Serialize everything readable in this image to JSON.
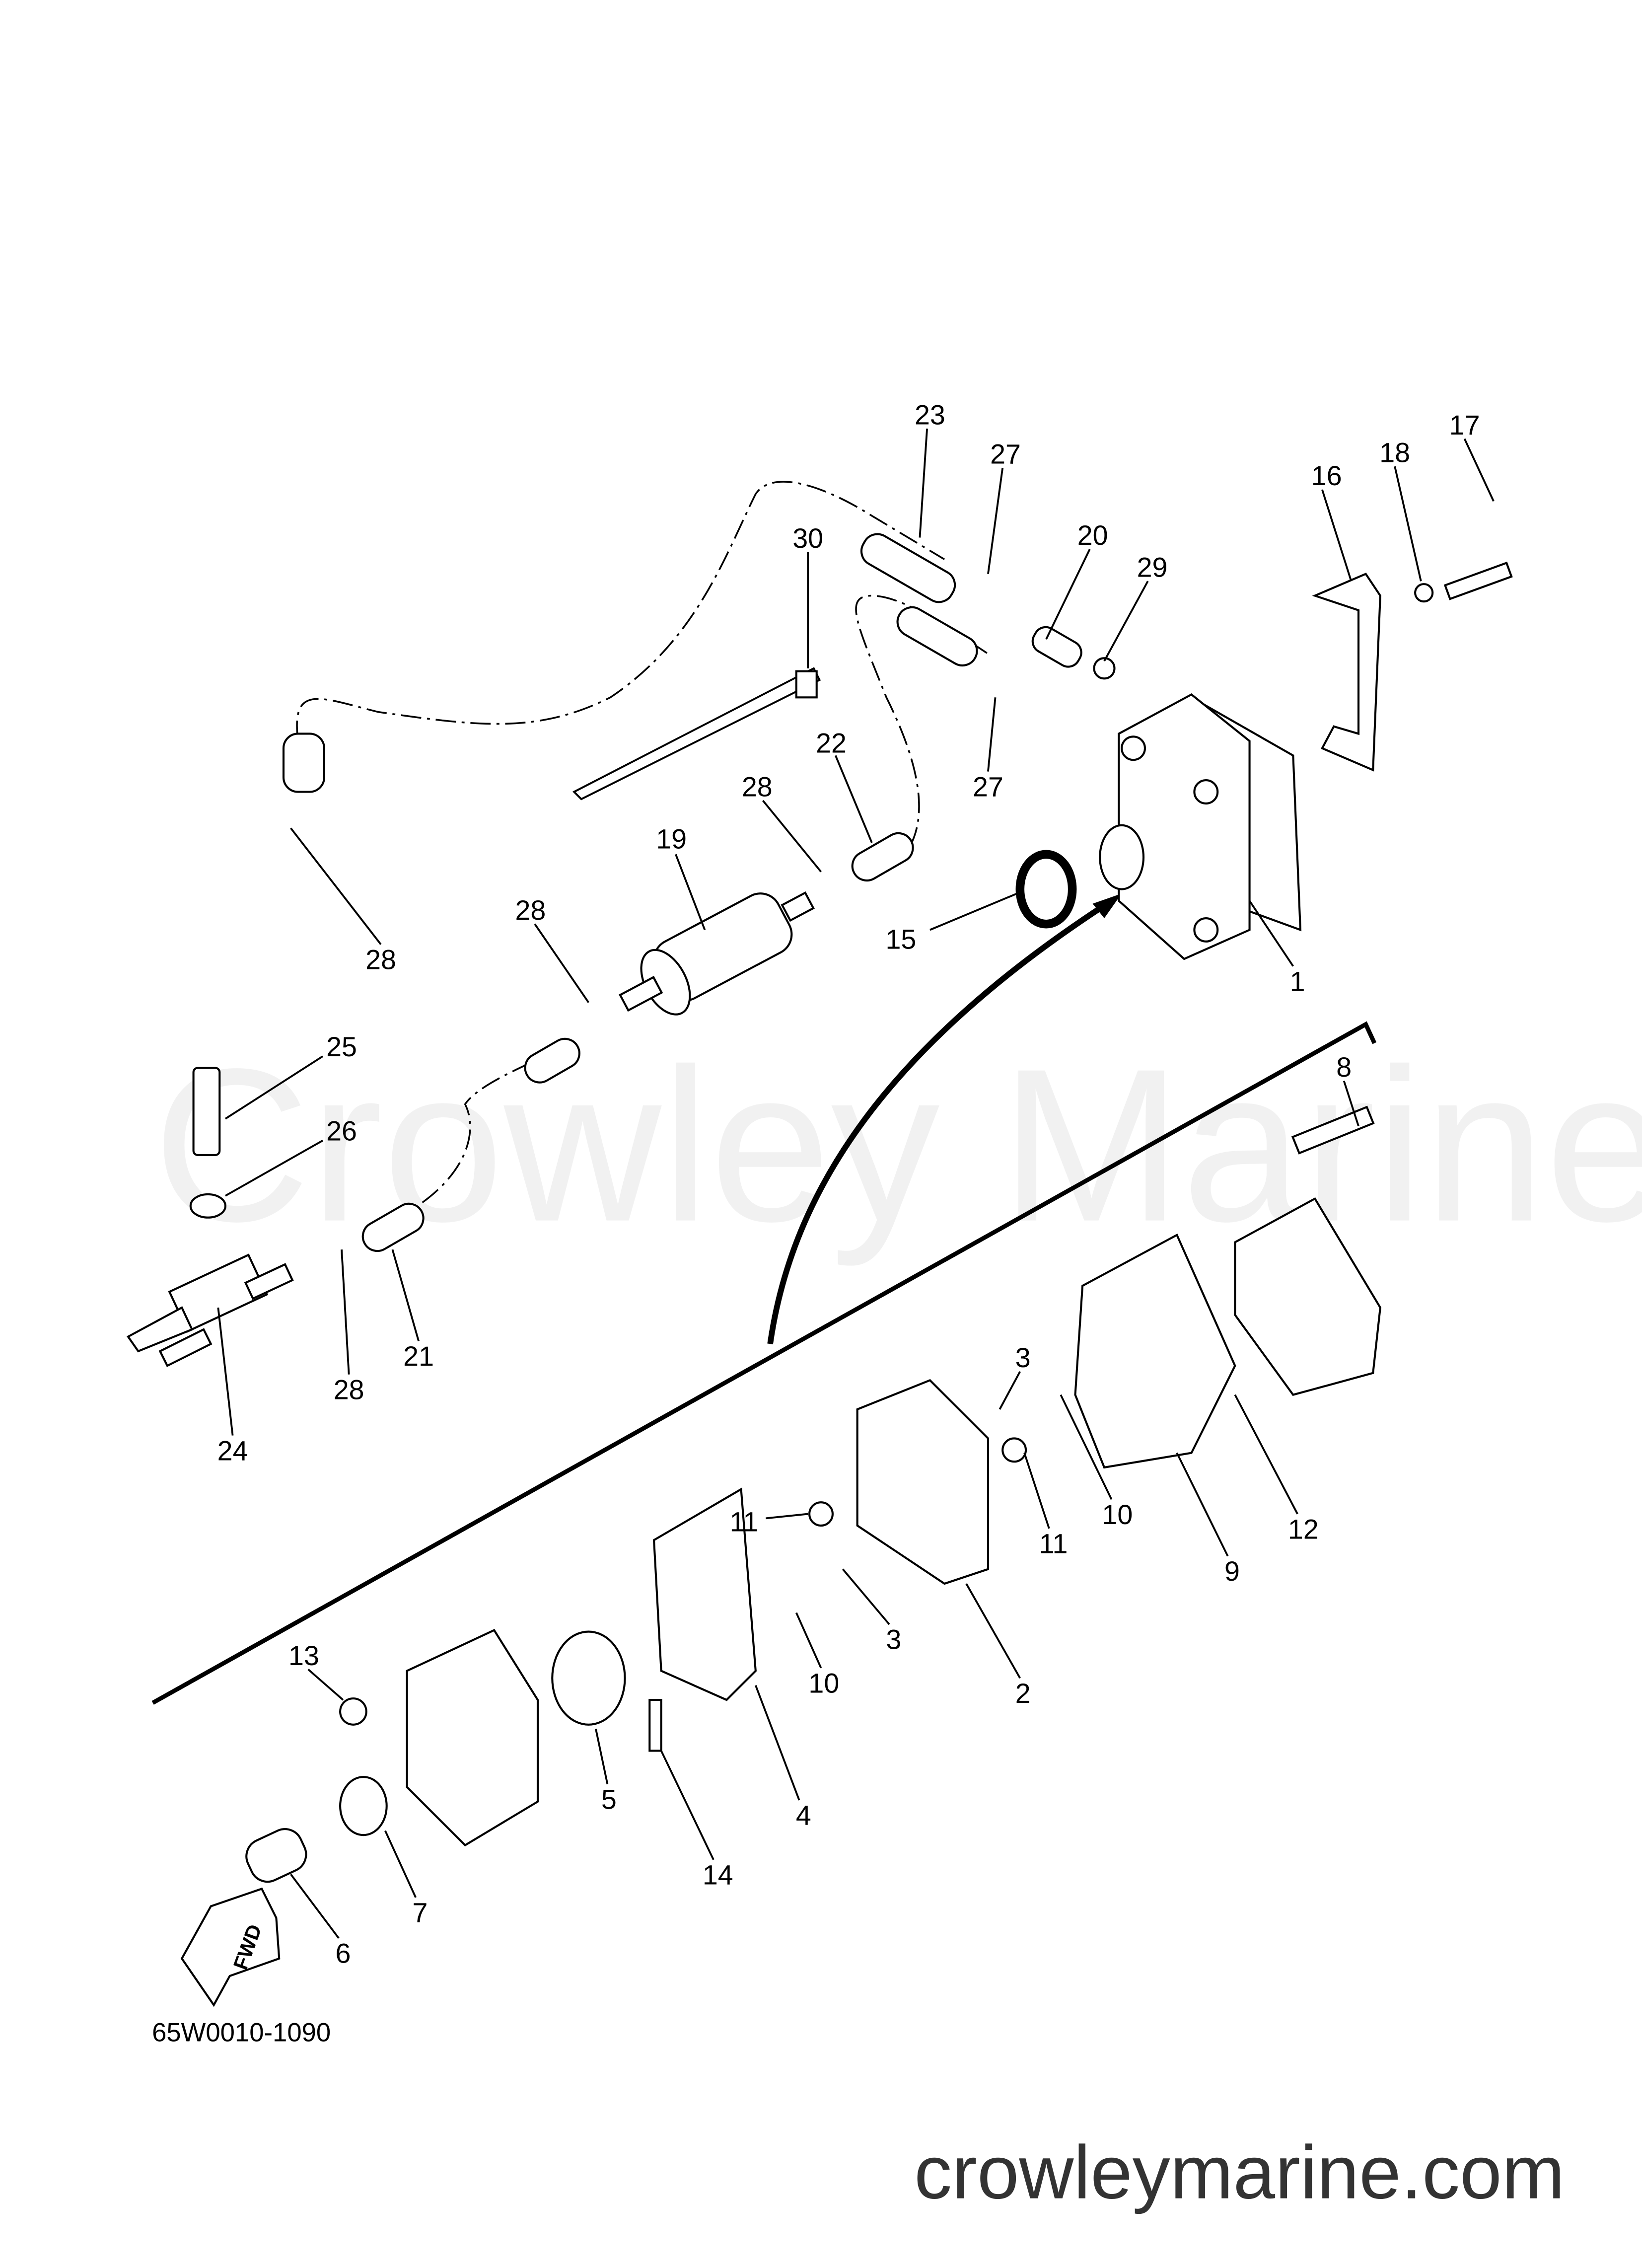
{
  "diagram": {
    "code": "65W0010-1090",
    "fwd_label": "FWD",
    "watermark": "Crowley Marine",
    "site": "crowleymarine.com",
    "callouts": [
      "23",
      "27",
      "20",
      "29",
      "16",
      "18",
      "17",
      "30",
      "22",
      "28",
      "19",
      "27",
      "15",
      "1",
      "28",
      "28",
      "25",
      "26",
      "8",
      "24",
      "28",
      "21",
      "3",
      "10",
      "11",
      "11",
      "9",
      "12",
      "3",
      "10",
      "2",
      "13",
      "5",
      "4",
      "14",
      "7",
      "6"
    ]
  }
}
